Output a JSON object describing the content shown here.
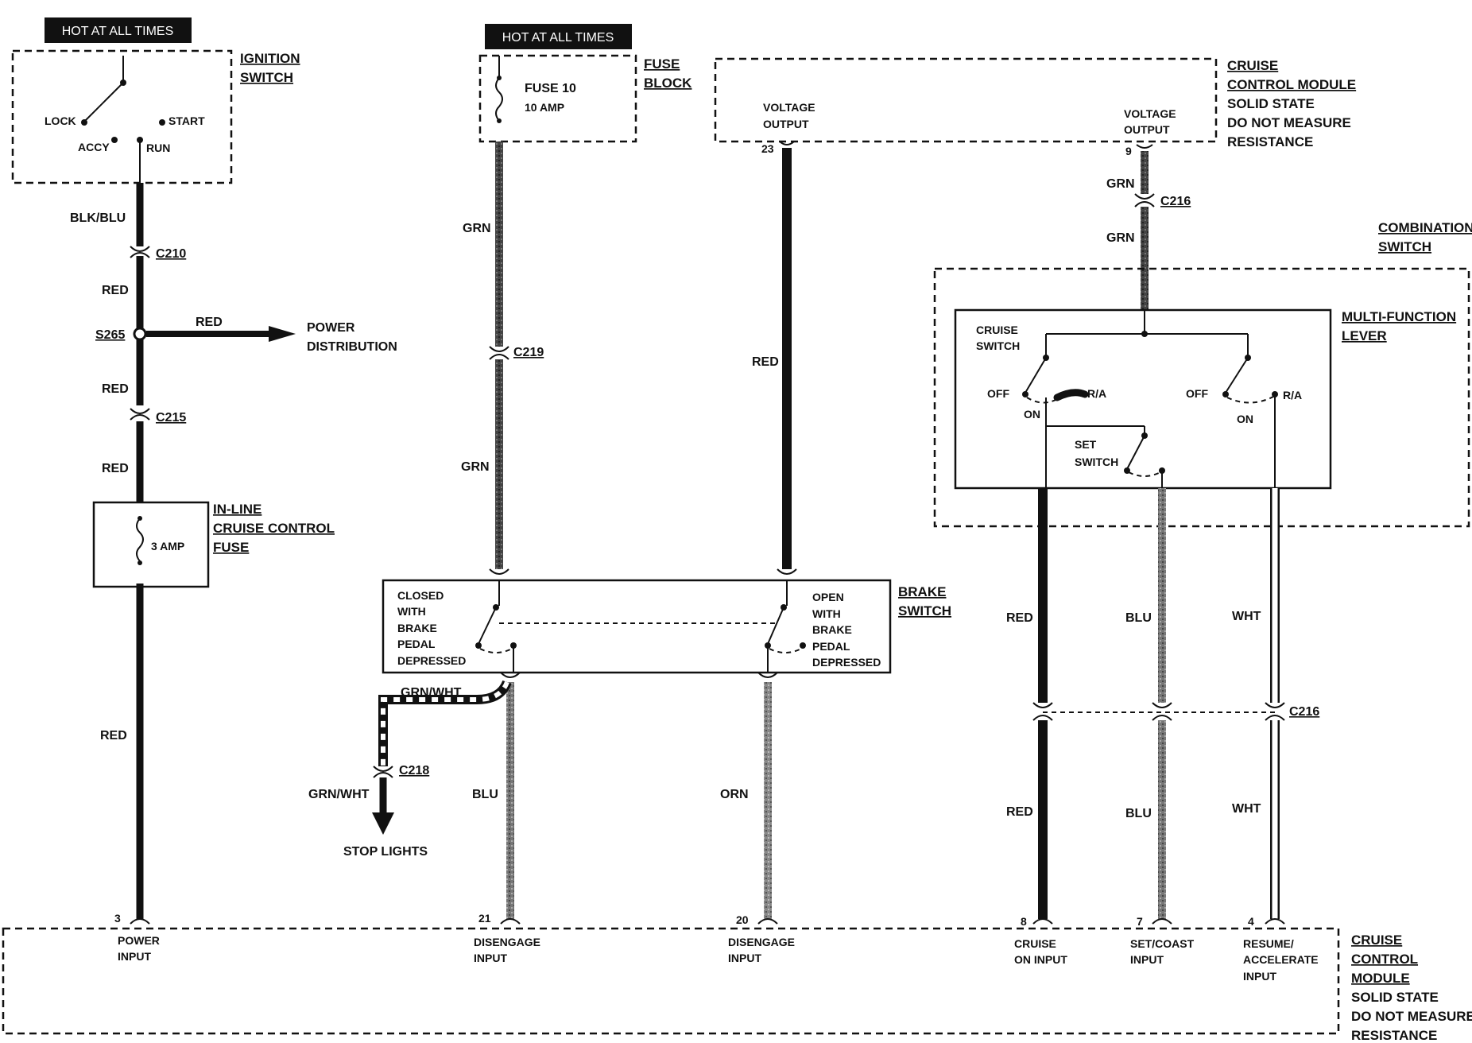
{
  "header": {
    "hot1": "HOT AT ALL TIMES",
    "hot2": "HOT AT ALL TIMES"
  },
  "ignition_switch": {
    "title1": "IGNITION",
    "title2": "SWITCH",
    "lock": "LOCK",
    "start": "START",
    "accy": "ACCY",
    "run": "RUN"
  },
  "fuse_block": {
    "title1": "FUSE",
    "title2": "BLOCK",
    "fuse_name": "FUSE 10",
    "fuse_amp": "10 AMP"
  },
  "inline_fuse": {
    "title1": "IN-LINE",
    "title2": "CRUISE CONTROL",
    "title3": "FUSE",
    "amp": "3 AMP"
  },
  "cruise_module_top": {
    "title1": "CRUISE",
    "title2": "CONTROL MODULE",
    "note1": "SOLID STATE",
    "note2": "DO NOT MEASURE",
    "note3": "RESISTANCE",
    "vout_left1": "VOLTAGE",
    "vout_left2": "OUTPUT",
    "vout_right1": "VOLTAGE",
    "vout_right2": "OUTPUT",
    "pin_left": "23",
    "pin_right": "9"
  },
  "combination_switch": {
    "title1": "COMBINATION",
    "title2": "SWITCH",
    "mfl1": "MULTI-FUNCTION",
    "mfl2": "LEVER",
    "cruise1": "CRUISE",
    "cruise2": "SWITCH",
    "off_left": "OFF",
    "ra_left": "R/A",
    "on_left": "ON",
    "off_right": "OFF",
    "ra_right": "R/A",
    "on_right": "ON",
    "set1": "SET",
    "set2": "SWITCH"
  },
  "brake_switch": {
    "title1": "BRAKE",
    "title2": "SWITCH",
    "closed": [
      "CLOSED",
      "WITH",
      "BRAKE",
      "PEDAL",
      "DEPRESSED"
    ],
    "open": [
      "OPEN",
      "WITH",
      "BRAKE",
      "PEDAL",
      "DEPRESSED"
    ]
  },
  "wires": {
    "blk_blu": "BLK/BLU",
    "red1": "RED",
    "red2": "RED",
    "red3": "RED",
    "red4": "RED",
    "red_branch": "RED",
    "grn1": "GRN",
    "grn2": "GRN",
    "red_mid": "RED",
    "grn_r1": "GRN",
    "grn_r2": "GRN",
    "grn_wht1": "GRN/WHT",
    "grn_wht2": "GRN/WHT",
    "blu_brake": "BLU",
    "orn": "ORN",
    "red_r1": "RED",
    "red_r2": "RED",
    "blu_r1": "BLU",
    "blu_r2": "BLU",
    "wht_r1": "WHT",
    "wht_r2": "WHT"
  },
  "connectors": {
    "c210": "C210",
    "s265": "S265",
    "c215": "C215",
    "c219": "C219",
    "c216_top": "C216",
    "c216_bottom": "C216",
    "c218": "C218"
  },
  "power_distribution": {
    "line1": "POWER",
    "line2": "DISTRIBUTION"
  },
  "stop_lights": "STOP LIGHTS",
  "cruise_module_bottom": {
    "title1": "CRUISE",
    "title2": "CONTROL",
    "title3": "MODULE",
    "note1": "SOLID STATE",
    "note2": "DO NOT MEASURE",
    "note3": "RESISTANCE",
    "pins": [
      {
        "num": "3",
        "line1": "POWER",
        "line2": "INPUT"
      },
      {
        "num": "21",
        "line1": "DISENGAGE",
        "line2": "INPUT"
      },
      {
        "num": "20",
        "line1": "DISENGAGE",
        "line2": "INPUT"
      },
      {
        "num": "8",
        "line1": "CRUISE",
        "line2": "ON INPUT"
      },
      {
        "num": "7",
        "line1": "SET/COAST",
        "line2": "INPUT"
      },
      {
        "num": "4",
        "line1": "RESUME/",
        "line2": "ACCELERATE",
        "line3": "INPUT"
      }
    ]
  },
  "colors": {
    "wire_black": "#111111",
    "wire_green": "#3a3a3a",
    "wire_blue": "#6a6a6a",
    "wire_orange": "#8a8a8a",
    "wire_white": "#ffffff"
  }
}
